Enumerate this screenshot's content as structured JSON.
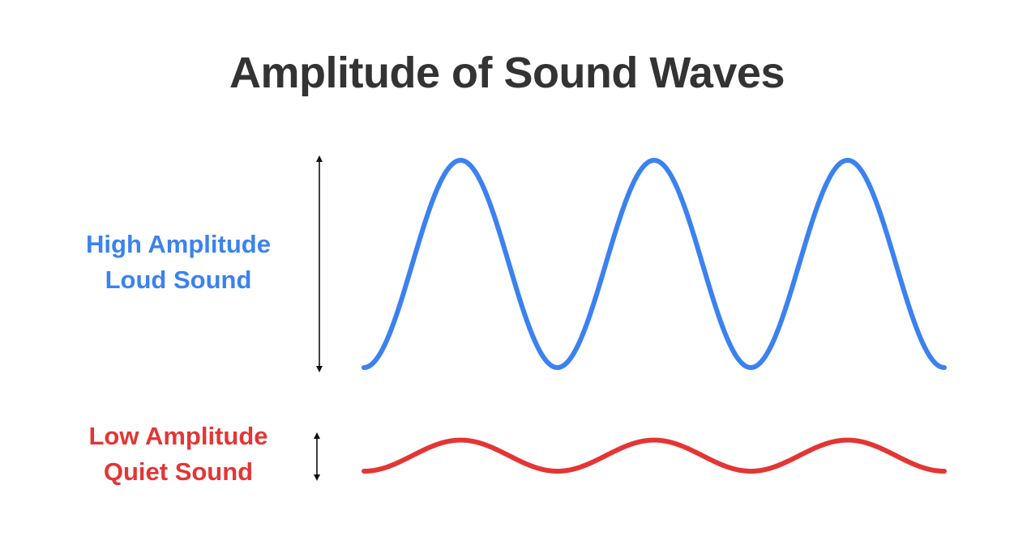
{
  "title": "Amplitude of Sound Waves",
  "high": {
    "line1": "High Amplitude",
    "line2": "Loud Sound",
    "color": "#3b82f0"
  },
  "low": {
    "line1": "Low Amplitude",
    "line2": "Quiet Sound",
    "color": "#e43535"
  },
  "title_color": "#333333",
  "arrow_color": "#111111",
  "wave": {
    "cycles": 3,
    "relative_amplitude_low": 0.15
  }
}
